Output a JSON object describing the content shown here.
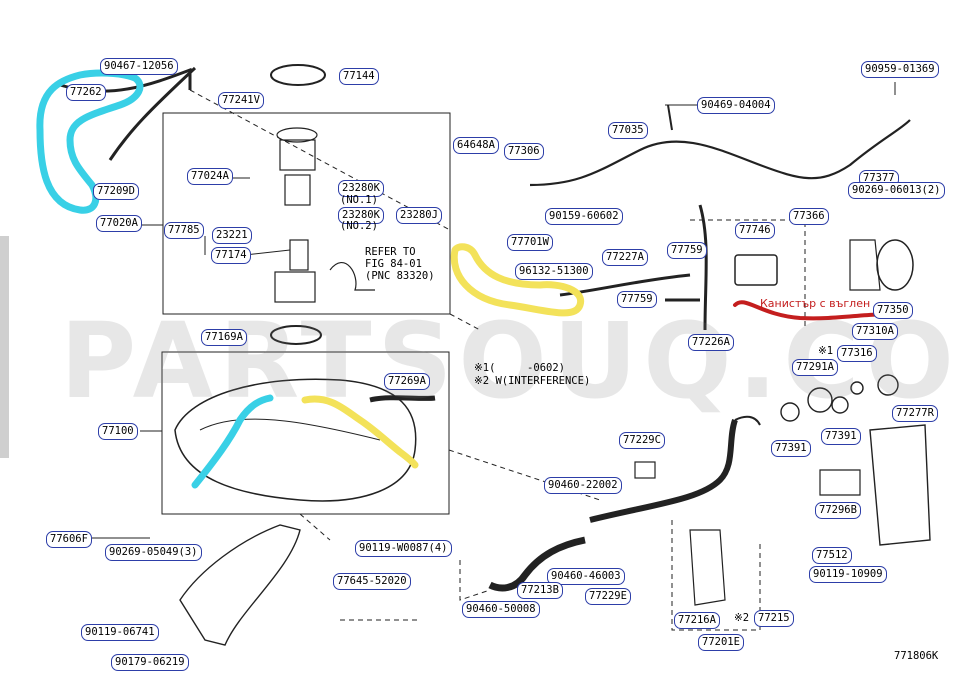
{
  "colors": {
    "callout_border": "#2d3ea8",
    "highlight_cyan": "#39d0e6",
    "highlight_yellow": "#f3e25a",
    "highlight_red": "#c41e1e",
    "line": "#222222"
  },
  "watermark": "PARTSOUQ.COM",
  "parts": [
    {
      "id": "p90467",
      "text": "90467-12056"
    },
    {
      "id": "p77262",
      "text": "77262"
    },
    {
      "id": "p77241",
      "text": "77241V"
    },
    {
      "id": "p77144",
      "text": "77144"
    },
    {
      "id": "p90959",
      "text": "90959-01369"
    },
    {
      "id": "p90469",
      "text": "90469-04004"
    },
    {
      "id": "p77035",
      "text": "77035"
    },
    {
      "id": "p64648",
      "text": "64648A"
    },
    {
      "id": "p77306",
      "text": "77306"
    },
    {
      "id": "p77024",
      "text": "77024A"
    },
    {
      "id": "p23280k1",
      "text": "23280K"
    },
    {
      "id": "p23280k2",
      "text": "23280K"
    },
    {
      "id": "p23280j",
      "text": "23280J"
    },
    {
      "id": "p77209",
      "text": "77209D"
    },
    {
      "id": "p77020",
      "text": "77020A"
    },
    {
      "id": "p90159",
      "text": "90159-60602"
    },
    {
      "id": "p77377",
      "text": "77377"
    },
    {
      "id": "p90269a",
      "text": "90269-06013(2)"
    },
    {
      "id": "p77366",
      "text": "77366"
    },
    {
      "id": "p77785",
      "text": "77785"
    },
    {
      "id": "p23221",
      "text": "23221"
    },
    {
      "id": "p77174",
      "text": "77174"
    },
    {
      "id": "p77701",
      "text": "77701W"
    },
    {
      "id": "p96132",
      "text": "96132-51300"
    },
    {
      "id": "p77227",
      "text": "77227A"
    },
    {
      "id": "p77759a",
      "text": "77759"
    },
    {
      "id": "p77746",
      "text": "77746"
    },
    {
      "id": "p77759b",
      "text": "77759"
    },
    {
      "id": "p77350",
      "text": "77350"
    },
    {
      "id": "p77169",
      "text": "77169A"
    },
    {
      "id": "p77226",
      "text": "77226A"
    },
    {
      "id": "p77310",
      "text": "77310A"
    },
    {
      "id": "p77316",
      "text": "77316"
    },
    {
      "id": "p77291",
      "text": "77291A"
    },
    {
      "id": "p77269",
      "text": "77269A"
    },
    {
      "id": "p77100",
      "text": "77100"
    },
    {
      "id": "p77229c",
      "text": "77229C"
    },
    {
      "id": "p77391a",
      "text": "77391"
    },
    {
      "id": "p77391b",
      "text": "77391"
    },
    {
      "id": "p77277",
      "text": "77277R"
    },
    {
      "id": "p90460a",
      "text": "90460-22002"
    },
    {
      "id": "p77296",
      "text": "77296B"
    },
    {
      "id": "p77606",
      "text": "77606F"
    },
    {
      "id": "p90269b",
      "text": "90269-05049(3)"
    },
    {
      "id": "p90119a",
      "text": "90119-W0087(4)"
    },
    {
      "id": "p77512",
      "text": "77512"
    },
    {
      "id": "p90460b",
      "text": "90460-46003"
    },
    {
      "id": "p90119b",
      "text": "90119-10909"
    },
    {
      "id": "p77645",
      "text": "77645-52020"
    },
    {
      "id": "p77213",
      "text": "77213B"
    },
    {
      "id": "p77229e",
      "text": "77229E"
    },
    {
      "id": "p90460c",
      "text": "90460-50008"
    },
    {
      "id": "p90119c",
      "text": "90119-06741"
    },
    {
      "id": "p77216",
      "text": "77216A"
    },
    {
      "id": "p77215",
      "text": "77215"
    },
    {
      "id": "p77201",
      "text": "77201E"
    },
    {
      "id": "p90179",
      "text": "90179-06219"
    }
  ],
  "notes": {
    "no1": "(NO.1)",
    "no2": "(NO.2)",
    "refer": "REFER TO\nFIG 84-01\n(PNC 83320)",
    "footnote1": "※1(     -0602)",
    "footnote2": "※2 W(INTERFERENCE)",
    "mark1": "※1",
    "mark2": "※2",
    "red_label": "Канистър с въглен",
    "drawing_no": "771806K"
  }
}
